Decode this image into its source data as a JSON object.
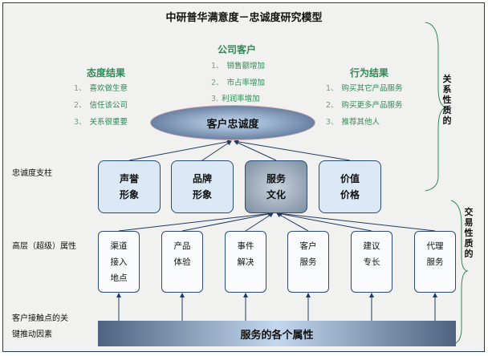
{
  "title": "中研普华满意度－忠诚度研究模型",
  "attitude": {
    "heading": "态度结果",
    "items": [
      {
        "n": "1、",
        "t": "喜欢做生意"
      },
      {
        "n": "2、",
        "t": "信任该公司"
      },
      {
        "n": "3、",
        "t": "关系很重要"
      }
    ]
  },
  "company": {
    "heading": "公司客户",
    "items": [
      {
        "n": "1、",
        "t": "销售额增加"
      },
      {
        "n": "2、",
        "t": "市占率增加"
      },
      {
        "n": "3.",
        "t": "利润率增加"
      }
    ]
  },
  "behavior": {
    "heading": "行为结果",
    "items": [
      {
        "n": "1、",
        "t": "购买其它产品服务"
      },
      {
        "n": "2、",
        "t": "购买更多产品服务"
      },
      {
        "n": "3、",
        "t": "推荐其他人"
      }
    ]
  },
  "loyalty": "客户忠诚度",
  "left_labels": {
    "pillars": "忠诚度支柱",
    "attributes": "高层（超级）属性",
    "drivers_1": "客户接触点的关",
    "drivers_2": "键推动因素"
  },
  "pillars": [
    [
      "声誉",
      "形象"
    ],
    [
      "品牌",
      "形象"
    ],
    [
      "服务",
      "文化"
    ],
    [
      "价值",
      "价格"
    ]
  ],
  "attributes": [
    [
      "渠道",
      "接入",
      "地点"
    ],
    [
      "产品",
      "体验"
    ],
    [
      "事件",
      "解决"
    ],
    [
      "客户",
      "服务"
    ],
    [
      "建议",
      "专长"
    ],
    [
      "代理",
      "服务"
    ]
  ],
  "bottom_bar": "服务的各个属性",
  "brace_labels": {
    "relational": "关系性质的",
    "transactional": "交易性质的"
  },
  "colors": {
    "green": "#2e8b57",
    "navy": "#1f3b63"
  }
}
